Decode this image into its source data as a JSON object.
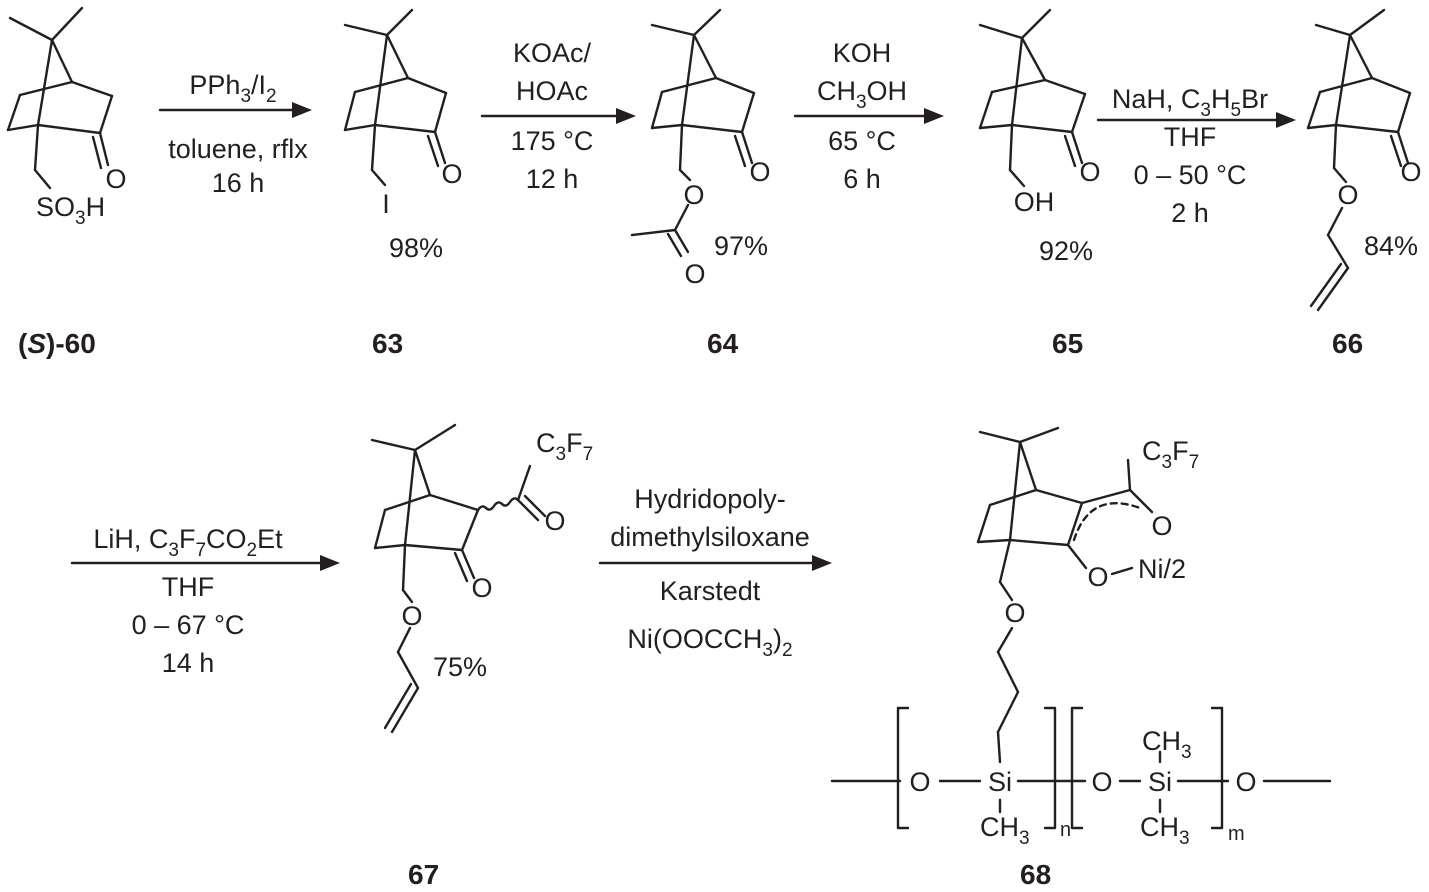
{
  "compounds": [
    {
      "id": "S-60",
      "label_prefix": "(",
      "label_italic": "S",
      "label_suffix": ")-60",
      "atoms": {
        "sulfonic": "SO3H",
        "ketone_O": "O"
      }
    },
    {
      "id": "63",
      "label": "63",
      "yield": "98%",
      "atoms": {
        "iodo": "I",
        "ketone_O": "O"
      }
    },
    {
      "id": "64",
      "label": "64",
      "yield": "97%",
      "atoms": {
        "ester_O": "O",
        "carbonyl_O": "O",
        "ketone_O": "O"
      }
    },
    {
      "id": "65",
      "label": "65",
      "yield": "92%",
      "atoms": {
        "hydroxyl": "OH",
        "ketone_O": "O"
      }
    },
    {
      "id": "66",
      "label": "66",
      "yield": "84%",
      "atoms": {
        "ether_O": "O",
        "ketone_O": "O"
      }
    },
    {
      "id": "67",
      "label": "67",
      "yield": "75%",
      "atoms": {
        "ether_O": "O",
        "ketone_O": "O",
        "acyl_O": "O",
        "perfluoro": "C3F7"
      }
    },
    {
      "id": "68",
      "label": "68",
      "atoms": {
        "perfluoro": "C3F7",
        "chelate_O1": "O",
        "chelate_O2": "O",
        "nickel": "Ni/2",
        "ether_O": "O",
        "si1": "Si",
        "si2": "Si",
        "ch3_a": "CH3",
        "ch3_b": "CH3",
        "ch3_c": "CH3",
        "o_left": "O",
        "o_mid": "O",
        "o_right": "O",
        "sub_n": "n",
        "sub_m": "m"
      }
    }
  ],
  "steps": [
    {
      "from": "S-60",
      "to": "63",
      "lines": [
        "PPh3/I2",
        "toluene, rflx",
        "16 h"
      ]
    },
    {
      "from": "63",
      "to": "64",
      "lines": [
        "KOAc/",
        "HOAc",
        "175 °C",
        "12 h"
      ]
    },
    {
      "from": "64",
      "to": "65",
      "lines": [
        "KOH",
        "CH3OH",
        "65 °C",
        "6 h"
      ]
    },
    {
      "from": "65",
      "to": "66",
      "lines": [
        "NaH, C3H5Br",
        "THF",
        "0 – 50 °C",
        "2 h"
      ]
    },
    {
      "from": "66",
      "to": "67",
      "lines": [
        "LiH, C3F7CO2Et",
        "THF",
        "0 – 67 °C",
        "14 h"
      ]
    },
    {
      "from": "67",
      "to": "68",
      "lines": [
        "Hydridopoly-",
        "dimethylsiloxane",
        "Karstedt",
        "Ni(OOCCH3)2"
      ]
    }
  ]
}
